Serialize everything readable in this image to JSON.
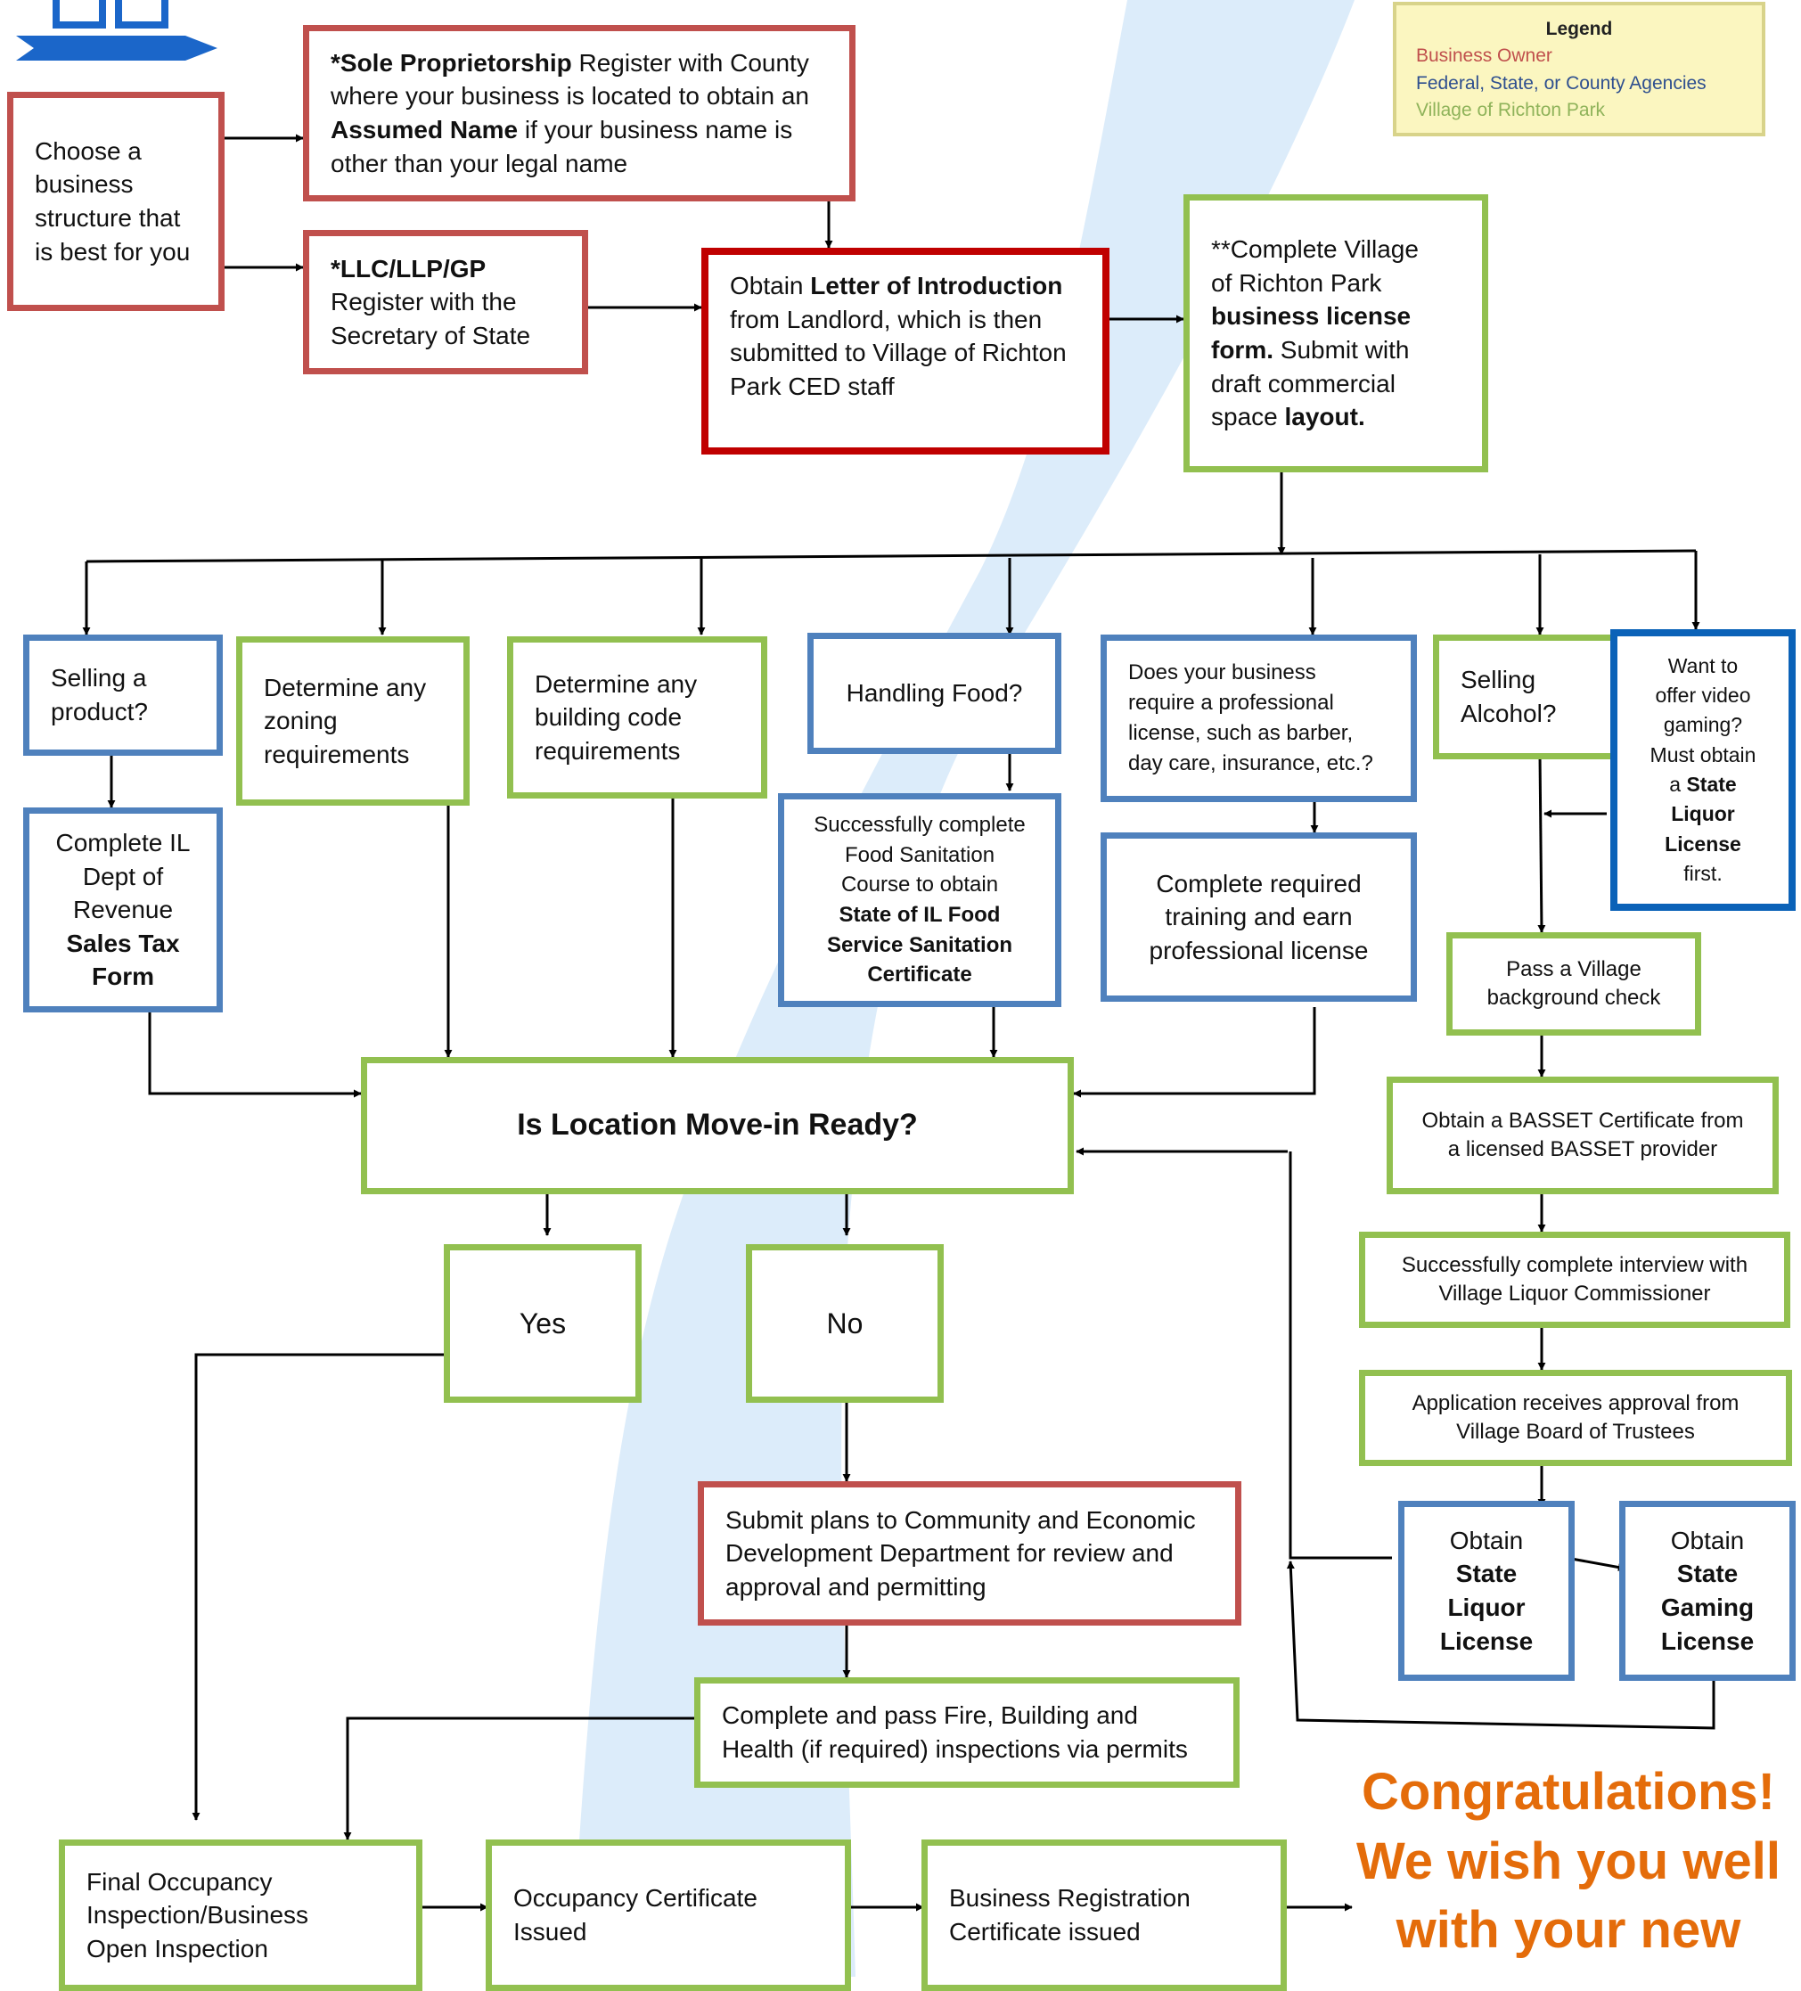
{
  "legend": {
    "title": "Legend",
    "items": [
      "Business Owner",
      "Federal, State, or County Agencies",
      "Village of Richton Park"
    ]
  },
  "boxes": {
    "choose": [
      "Choose a",
      "business",
      "structure that",
      "is best for you"
    ],
    "sole": {
      "l1_bold": "*Sole Proprietorship",
      "l1_rest": " Register with County",
      "l2": "where your business is located to obtain an",
      "l3_bold": "Assumed Name",
      "l3_rest": " if your business name is",
      "l4": "other than your legal name"
    },
    "llc": {
      "l1": "*LLC/LLP/GP",
      "l2": "Register with the",
      "l3": "Secretary of State"
    },
    "letter": {
      "l1_pre": "Obtain ",
      "l1_bold": "Letter of Introduction",
      "l2": "from Landlord, which is then",
      "l3": "submitted to Village of Richton",
      "l4": "Park CED staff"
    },
    "village_form": {
      "l1": "**Complete Village",
      "l2": "of Richton Park",
      "l3": "business license",
      "l4_bold": "form.",
      "l4_rest": " Submit with",
      "l5": "draft commercial",
      "l6_pre": "space ",
      "l6_bold": "layout."
    },
    "selling_product": [
      "Selling a",
      "product?"
    ],
    "sales_tax": {
      "l1": "Complete IL",
      "l2": "Dept of",
      "l3": "Revenue",
      "l4": "Sales Tax",
      "l5": "Form"
    },
    "zoning": [
      "Determine any",
      "zoning",
      "requirements"
    ],
    "building": [
      "Determine any",
      "building code",
      "requirements"
    ],
    "food": "Handling Food?",
    "food_cert": {
      "l1": "Successfully complete",
      "l2": "Food Sanitation",
      "l3": "Course to obtain",
      "l4": "State of IL Food",
      "l5": "Service Sanitation",
      "l6": "Certificate"
    },
    "professional": [
      "Does your business",
      "require a professional",
      "license, such as barber,",
      "day care, insurance, etc.?"
    ],
    "training": [
      "Complete required",
      "training and earn",
      "professional license"
    ],
    "alcohol": [
      "Selling",
      "Alcohol?"
    ],
    "gaming": {
      "l1": "Want to",
      "l2": "offer video",
      "l3": "gaming?",
      "l4": "Must obtain",
      "l5_pre": "a ",
      "l5_bold": "State",
      "l6": "Liquor",
      "l7": "License",
      "l8": "first."
    },
    "background": [
      "Pass a Village",
      "background check"
    ],
    "basset": [
      "Obtain a BASSET Certificate from",
      "a licensed BASSET provider"
    ],
    "interview": [
      "Successfully complete interview with",
      "Village Liquor Commissioner"
    ],
    "approval": [
      "Application receives approval from",
      "Village Board of Trustees"
    ],
    "liquor_license": {
      "l1": "Obtain",
      "l2": "State",
      "l3": "Liquor",
      "l4": "License"
    },
    "gaming_license": {
      "l1": "Obtain",
      "l2": "State",
      "l3": "Gaming",
      "l4": "License"
    },
    "move_in": "Is Location Move-in Ready?",
    "yes": "Yes",
    "no": "No",
    "submit_plans": [
      "Submit plans to Community and Economic",
      "Development Department for review and",
      "approval and permitting"
    ],
    "inspections": [
      "Complete and pass Fire, Building and",
      "Health (if required) inspections via permits"
    ],
    "final": [
      "Final Occupancy",
      "Inspection/Business",
      "Open Inspection"
    ],
    "occupancy": [
      "Occupancy Certificate",
      "Issued"
    ],
    "registration": [
      "Business Registration",
      "Certificate issued"
    ]
  },
  "congrats": [
    "Congratulations!",
    "We wish you well",
    "with your new"
  ],
  "colors": {
    "owner": "#c0504d",
    "agencies": "#4f81bd",
    "village": "#92c050",
    "congrats": "#e46c0a",
    "legend_bg": "#fbf6c0",
    "river": "#dcecfa"
  },
  "icons": [
    "logo-arrow-icon"
  ]
}
